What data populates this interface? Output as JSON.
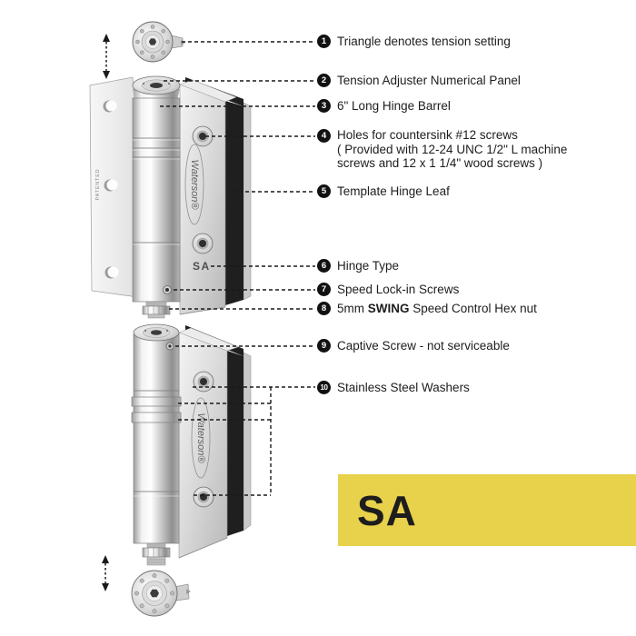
{
  "callouts": [
    {
      "num": "1",
      "label": "Triangle denotes tension setting"
    },
    {
      "num": "2",
      "label": "Tension Adjuster Numerical Panel"
    },
    {
      "num": "3",
      "label": "6\" Long Hinge Barrel"
    },
    {
      "num": "4",
      "label": "Holes for countersink #12 screws",
      "line2": "( Provided with 12-24 UNC 1/2\" L machine",
      "line3": "screws and 12 x 1 1/4\" wood screws )"
    },
    {
      "num": "5",
      "label": "Template Hinge Leaf"
    },
    {
      "num": "6",
      "label": "Hinge Type"
    },
    {
      "num": "7",
      "label": "Speed Lock-in Screws"
    },
    {
      "num": "8",
      "prefix": "5mm ",
      "bold": "SWING",
      "suffix": " Speed Control Hex nut"
    },
    {
      "num": "9",
      "label": "Captive Screw - not serviceable"
    },
    {
      "num": "10",
      "label": "Stainless Steel Washers"
    }
  ],
  "diagram": {
    "brand": "Waterson®",
    "hinge_type_marking": "SA",
    "leaf_stamp": "PATENTED"
  },
  "badge": {
    "label": "SA"
  },
  "colors": {
    "badge_yellow": "#E8D14B",
    "callout_black": "#111111",
    "metal_silver": "#c9c9c9",
    "gasket_dark": "#1f1f1f"
  }
}
